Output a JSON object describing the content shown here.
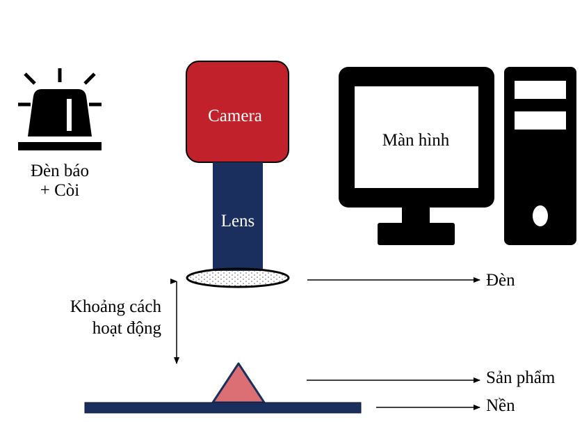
{
  "colors": {
    "camera_body": "#c1212a",
    "lens_body": "#1b2f5e",
    "product": "#dc6f73",
    "base": "#1b2f5e",
    "icon": "#000000"
  },
  "labels": {
    "alarm_line1": "Đèn báo",
    "alarm_line2": "+ Còi",
    "camera": "Camera",
    "lens": "Lens",
    "monitor": "Màn hình",
    "working_distance_line1": "Khoảng cách",
    "working_distance_line2": "hoạt động",
    "light": "Đèn",
    "product": "Sản phẩm",
    "background": "Nền"
  },
  "icons": {
    "alarm": "siren-icon",
    "monitor": "monitor-icon",
    "tower": "pc-tower-icon"
  }
}
